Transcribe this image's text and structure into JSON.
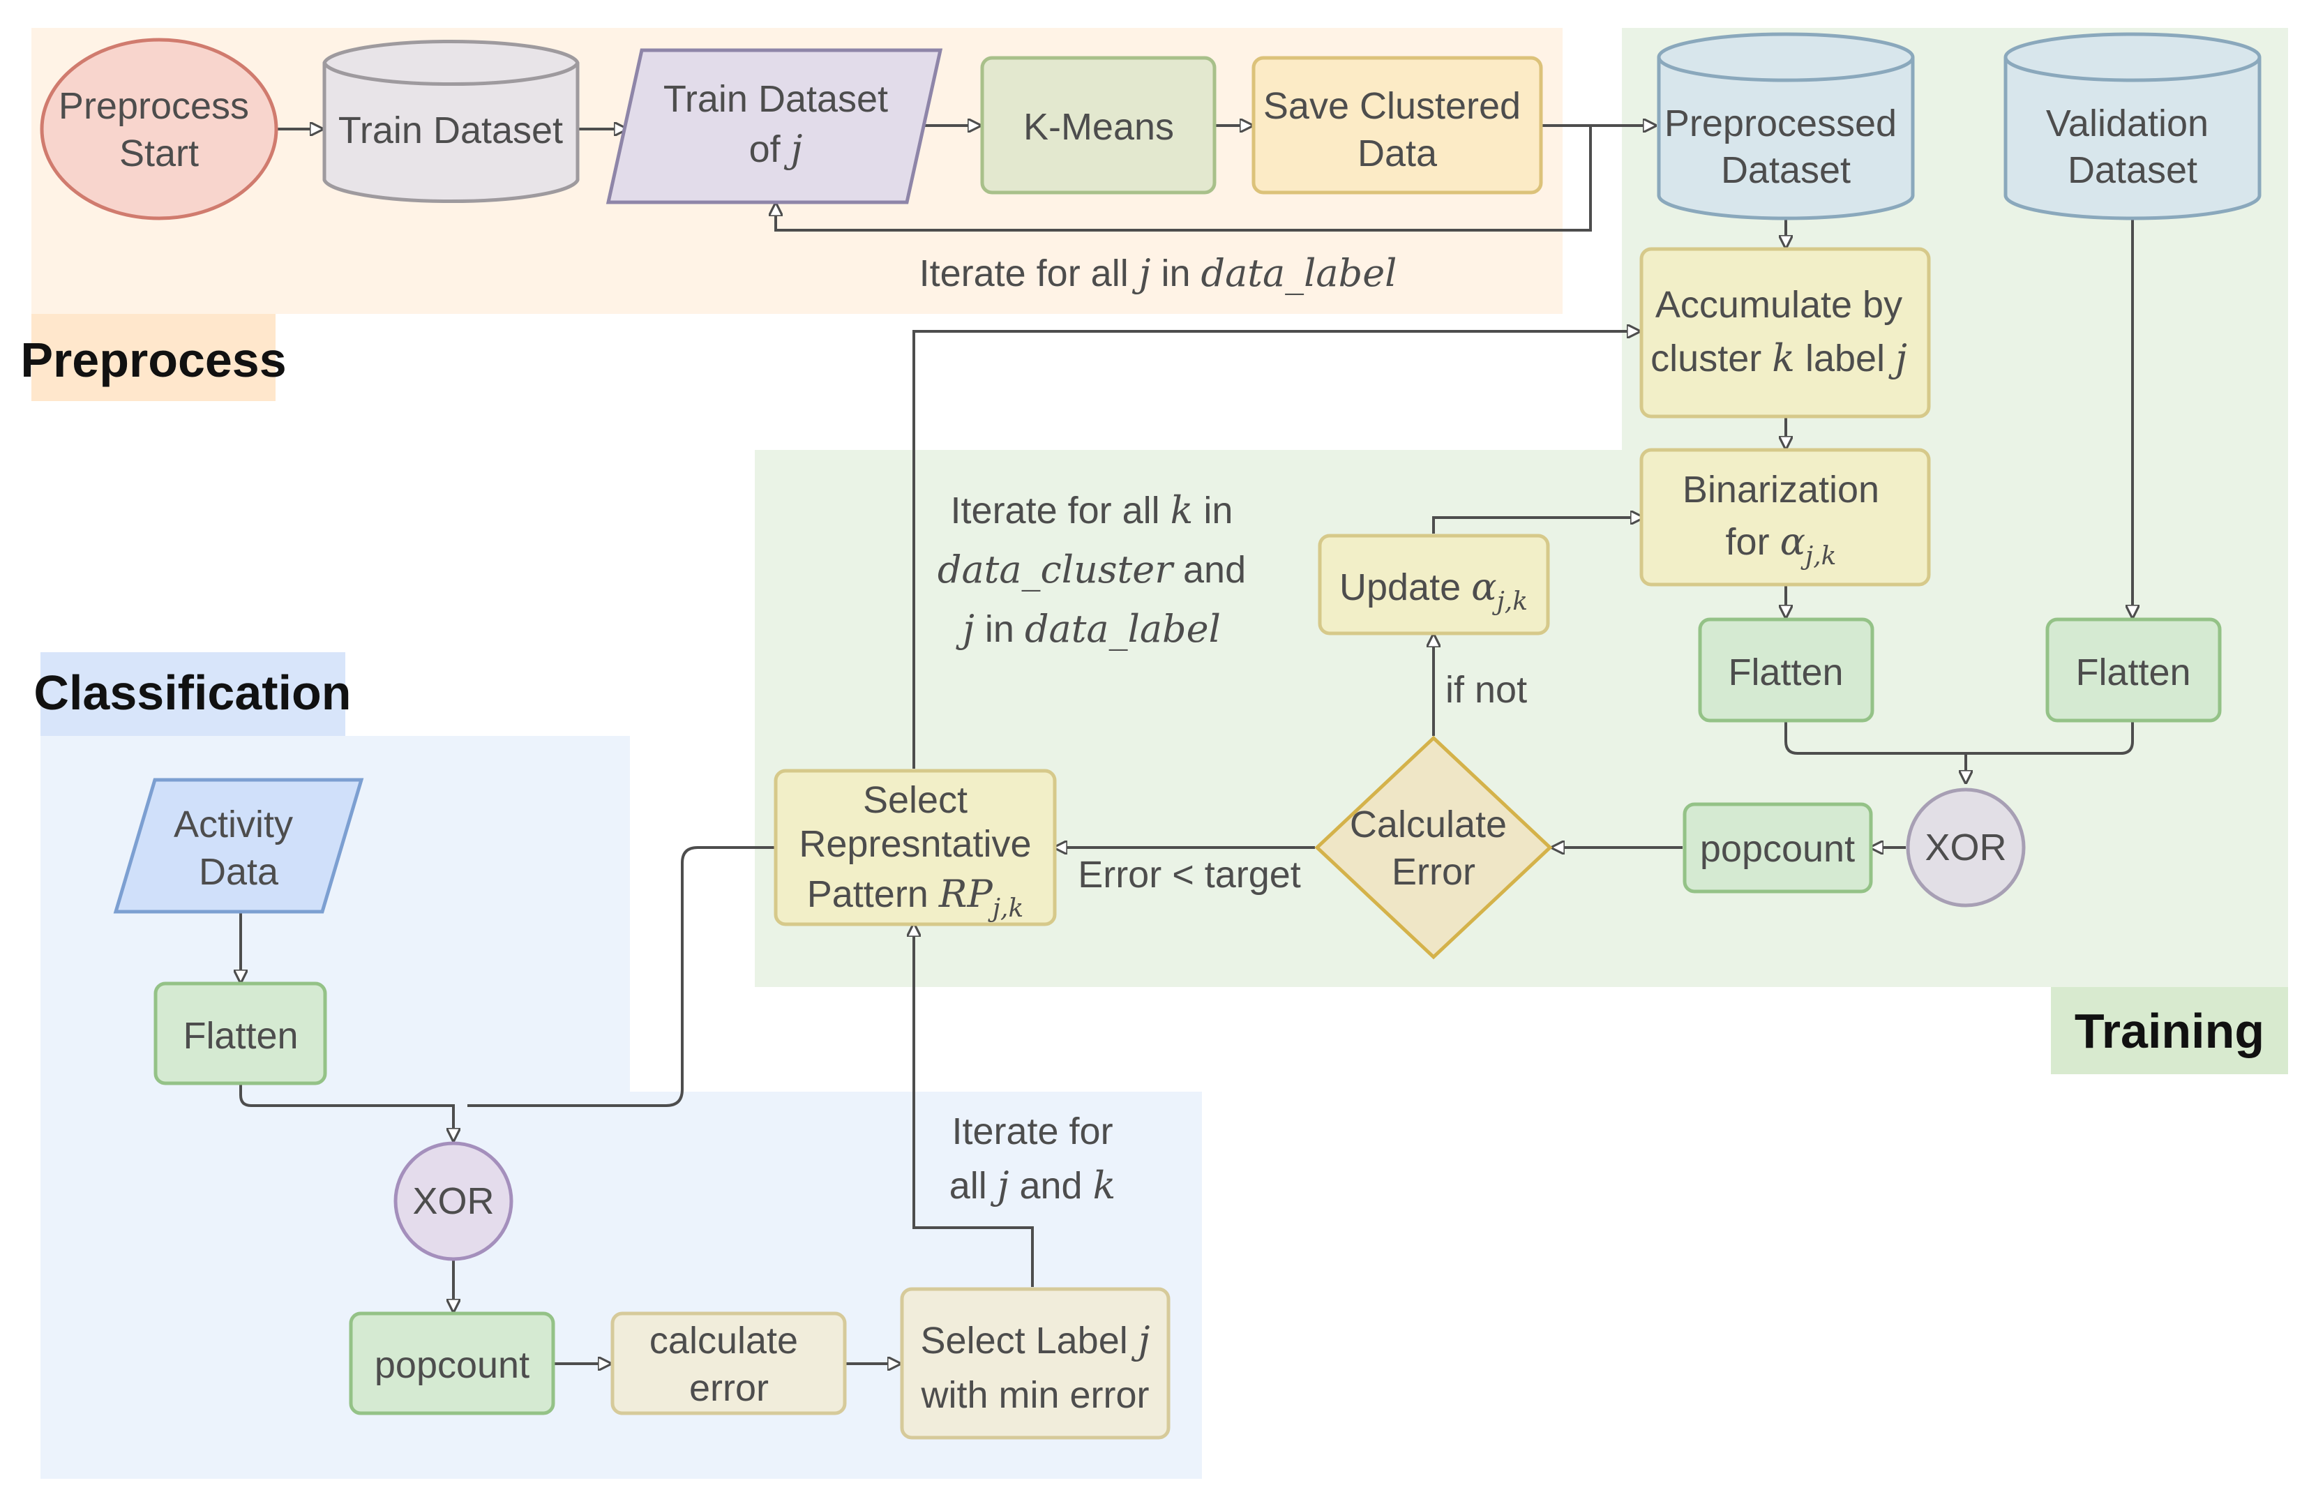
{
  "sections": {
    "preprocess": "Preprocess",
    "training": "Training",
    "classification": "Classification"
  },
  "nodes": {
    "preprocess_start": [
      "Preprocess",
      "Start"
    ],
    "train_dataset": "Train Dataset",
    "train_dataset_of_j": {
      "line1": "Train Dataset",
      "line2_prefix": "of ",
      "line2_var": "j"
    },
    "kmeans": "K-Means",
    "save_clustered": [
      "Save Clustered",
      "Data"
    ],
    "preprocessed_dataset": [
      "Preprocessed",
      "Dataset"
    ],
    "validation_dataset": [
      "Validation",
      "Dataset"
    ],
    "accumulate": {
      "line1": "Accumulate by",
      "line2_a": "cluster ",
      "line2_k": "k",
      "line2_b": " label ",
      "line2_j": "j"
    },
    "binarization": {
      "line1": "Binarization",
      "line2_prefix": "for ",
      "line2_var": "α",
      "line2_sub": "j,k"
    },
    "update": {
      "prefix": "Update ",
      "var": "α",
      "sub": "j,k"
    },
    "flatten_train_left": "Flatten",
    "flatten_train_right": "Flatten",
    "xor_train": "XOR",
    "popcount_train": "popcount",
    "calculate_error": [
      "Calculate",
      "Error"
    ],
    "select_rp": {
      "line1": "Select",
      "line2": "Represntative",
      "line3_prefix": "Pattern ",
      "line3_var": "RP",
      "line3_sub": "j,k"
    },
    "activity_data": [
      "Activity",
      "Data"
    ],
    "flatten_class": "Flatten",
    "xor_class": "XOR",
    "popcount_class": "popcount",
    "calculate_error_class": [
      "calculate",
      "error"
    ],
    "select_label": {
      "line1_prefix": "Select Label ",
      "line1_var": "j",
      "line2": "with min error"
    }
  },
  "edge_labels": {
    "iterate_label": {
      "prefix": "Iterate for all ",
      "var_j": "j",
      "mid": " in ",
      "var_label": "data_label"
    },
    "iterate_k_j": {
      "line1_prefix": "Iterate for all ",
      "line1_var": "k",
      "line1_suffix": " in",
      "line2_var": "data_cluster",
      "line2_suffix": " and",
      "line3_var": "j",
      "line3_mid": " in ",
      "line3_var2": "data_label"
    },
    "if_not": "if not",
    "error_target": "Error < target",
    "iterate_jk": {
      "line1": "Iterate for",
      "line2_prefix": "all ",
      "line2_var": "j",
      "line2_mid": " and ",
      "line2_var2": "k"
    }
  },
  "colors": {
    "preprocess_region": "#fff3e6",
    "training_region": "#eaf3e6",
    "classification_region": "#ecf3fc",
    "start_fill": "#f8d5cd",
    "start_stroke": "#d07b6e",
    "db_gray_fill": "#e8e4e8",
    "db_gray_stroke": "#9e9a9e",
    "para_purple_fill": "#e2dcea",
    "para_purple_stroke": "#8e85a8",
    "green_fill": "#e3e8cf",
    "green_stroke": "#a8c08a",
    "yellow_fill": "#fcebc6",
    "yellow_stroke": "#dcc27a",
    "db_blue_fill": "#d8e6ec",
    "db_blue_stroke": "#8aa8bc",
    "khaki_fill": "#f2efc8",
    "khaki_stroke": "#d6c98a",
    "mint_fill": "#d5ead2",
    "mint_stroke": "#94c287",
    "circle_fill": "#e2dfe6",
    "circle_stroke": "#a79fb4",
    "diamond_fill": "#efe6c6",
    "diamond_stroke": "#d4b24a",
    "para_blue_fill": "#d0e0fa",
    "para_blue_stroke": "#7c9fd1",
    "xor_class_fill": "#e4dcec",
    "xor_class_stroke": "#a48fbc",
    "cream_fill": "#f1eddb",
    "cream_stroke": "#d6ca9a"
  }
}
